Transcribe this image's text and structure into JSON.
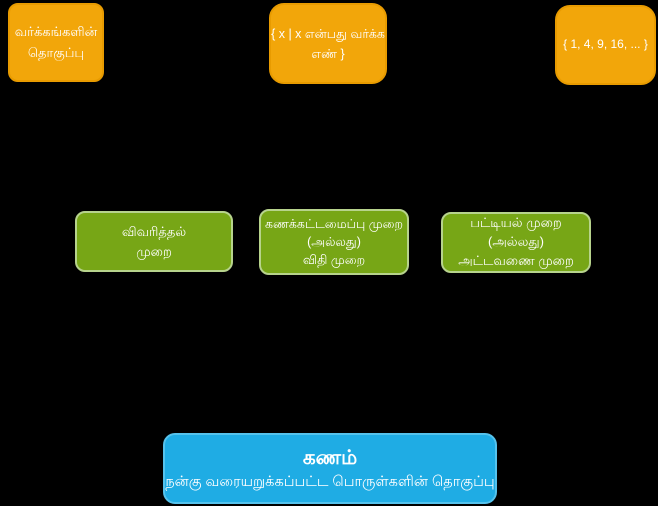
{
  "diagram": {
    "title_semantic": "Tamil diagram describing a set (kanam) and methods of representing sets",
    "colors": {
      "background": "#000000",
      "orange_fill": "#F2A60A",
      "orange_border": "#E89B00",
      "green_fill": "#77A616",
      "green_border": "#B7D38C",
      "blue_fill": "#1FACE4",
      "text": "#FFFFFF"
    },
    "boxes": {
      "orange_left": {
        "lines": [
          "வர்க்கங்களின்",
          "தொகுப்பு"
        ]
      },
      "orange_center": {
        "lines": [
          "{ x | x என்பது வர்க்க",
          "எண் }"
        ]
      },
      "orange_right": {
        "lines": [
          "{ 1, 4, 9, 16, ... }"
        ]
      },
      "green_left": {
        "lines": [
          "விவரித்தல்",
          "முறை"
        ]
      },
      "green_center": {
        "lines": [
          "கணக்கட்டமைப்பு முறை",
          "(அல்லது)",
          "விதி முறை"
        ]
      },
      "green_right": {
        "lines": [
          "பட்டியல் முறை",
          "(அல்லது)",
          "அட்டவணை முறை"
        ]
      },
      "blue_bottom": {
        "title": "கணம்",
        "subtitle": "நன்கு வரையறுக்கப்பட்ட பொருள்களின் தொகுப்பு"
      }
    }
  }
}
